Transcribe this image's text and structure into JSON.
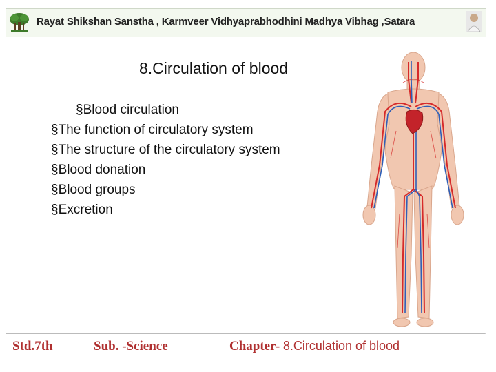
{
  "header": {
    "title": "Rayat Shikshan Sanstha , Karmveer Vidhyaprabhodhini Madhya Vibhag ,Satara"
  },
  "slide": {
    "title": "8.Circulation of blood",
    "bullets": [
      "§Blood circulation",
      "§The function of circulatory system",
      "§The structure of the circulatory system",
      "§Blood donation",
      "§Blood groups",
      "§Excretion"
    ]
  },
  "footer": {
    "std": "Std.7th",
    "subject": "Sub. -Science",
    "chapter_prefix": "Chapter-",
    "chapter": "8.Circulation of blood"
  },
  "colors": {
    "footer_text": "#b03030",
    "artery": "#d62a2a",
    "vein": "#2e5fb8",
    "skin": "#f1c7b0"
  }
}
